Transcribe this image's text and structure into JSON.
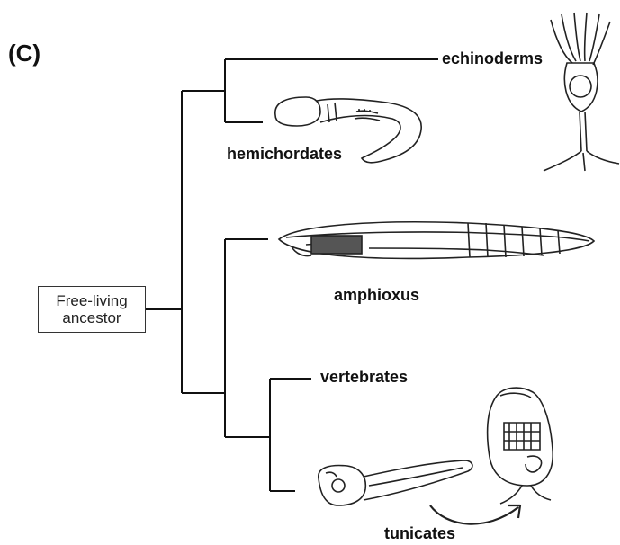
{
  "panel_label": "(C)",
  "root": {
    "line1": "Free-living",
    "line2": "ancestor"
  },
  "taxa": {
    "echinoderms": "echinoderms",
    "hemichordates": "hemichordates",
    "amphioxus": "amphioxus",
    "vertebrates": "vertebrates",
    "tunicates": "tunicates"
  },
  "colors": {
    "lines": "#111111",
    "illustration_ink": "#222222"
  }
}
